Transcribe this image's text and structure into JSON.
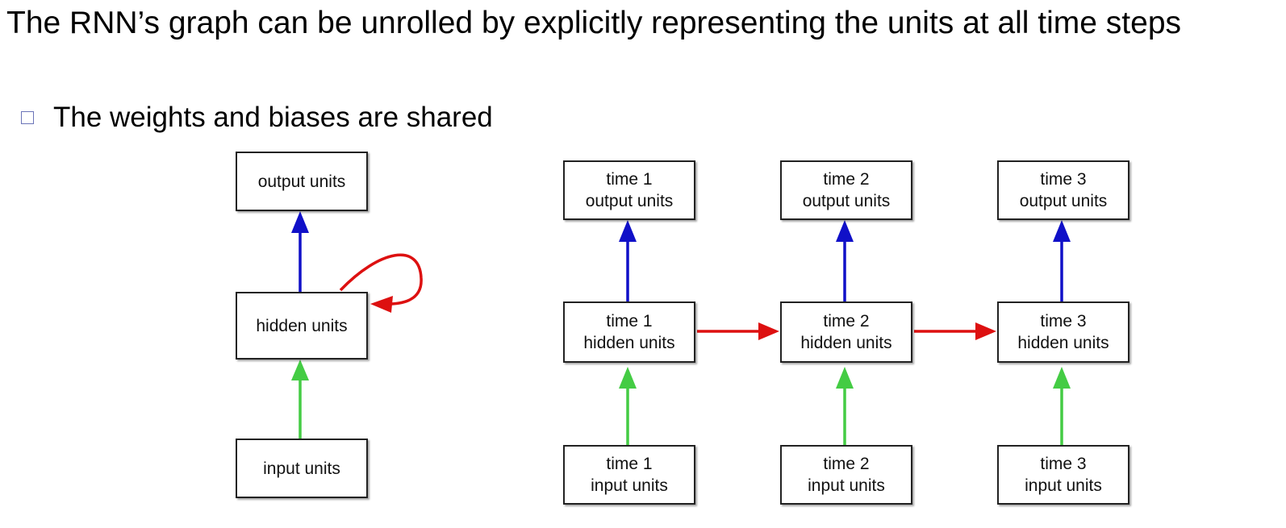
{
  "heading": "The RNN’s graph can be unrolled by explicitly representing the units at all time steps",
  "bullet": "The weights and biases are shared",
  "colors": {
    "output_arrow": "#1010c8",
    "recurrent_arrow": "#dd1010",
    "input_arrow": "#44cc44",
    "bullet_square": "#6b74b8"
  },
  "folded": {
    "output": "output units",
    "hidden": "hidden units",
    "input": "input units"
  },
  "unrolled": [
    {
      "output": [
        "time 1",
        "output units"
      ],
      "hidden": [
        "time 1",
        "hidden units"
      ],
      "input": [
        "time 1",
        "input units"
      ]
    },
    {
      "output": [
        "time 2",
        "output units"
      ],
      "hidden": [
        "time 2",
        "hidden units"
      ],
      "input": [
        "time 2",
        "input units"
      ]
    },
    {
      "output": [
        "time 3",
        "output units"
      ],
      "hidden": [
        "time 3",
        "hidden units"
      ],
      "input": [
        "time 3",
        "input units"
      ]
    }
  ]
}
